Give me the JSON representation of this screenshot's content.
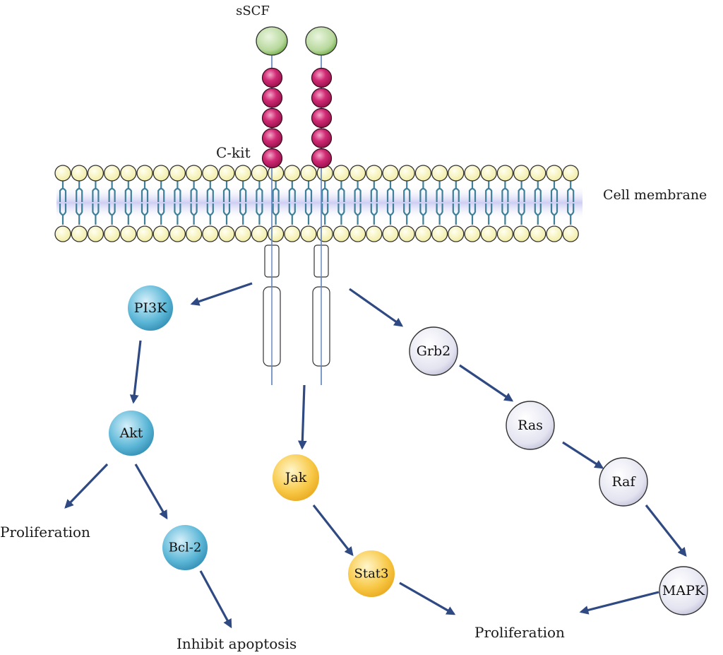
{
  "title": "sSCF / C-kit signaling pathway",
  "labels": {
    "ligand": "sSCF",
    "receptor": "C-kit",
    "membrane": "Cell membrane"
  },
  "colors": {
    "ligand": "#a9cf8e",
    "receptor_domain": "#c0185f",
    "lipid_head": "#f7f2b3",
    "lipid_tail": "#3e7f99",
    "arrow": "#2f4a82",
    "pi3k_pathway": "#4aa8cb",
    "jak_pathway": "#f6be3a",
    "mapk_pathway": "#dcdcec"
  },
  "nodes": [
    {
      "id": "pi3k",
      "label": "PI3K",
      "pathway": "pi3k_pathway"
    },
    {
      "id": "akt",
      "label": "Akt",
      "pathway": "pi3k_pathway"
    },
    {
      "id": "bcl2",
      "label": "Bcl-2",
      "pathway": "pi3k_pathway"
    },
    {
      "id": "jak",
      "label": "Jak",
      "pathway": "jak_pathway"
    },
    {
      "id": "stat3",
      "label": "Stat3",
      "pathway": "jak_pathway"
    },
    {
      "id": "grb2",
      "label": "Grb2",
      "pathway": "mapk_pathway"
    },
    {
      "id": "ras",
      "label": "Ras",
      "pathway": "mapk_pathway"
    },
    {
      "id": "raf",
      "label": "Raf",
      "pathway": "mapk_pathway"
    },
    {
      "id": "mapk",
      "label": "MAPK",
      "pathway": "mapk_pathway"
    }
  ],
  "outcomes": [
    {
      "id": "proliferation-left",
      "label": "Proliferation"
    },
    {
      "id": "inhibit-apoptosis",
      "label": "Inhibit apoptosis"
    },
    {
      "id": "proliferation-right",
      "label": "Proliferation"
    }
  ],
  "edges": [
    {
      "from": "receptor",
      "to": "pi3k"
    },
    {
      "from": "pi3k",
      "to": "akt"
    },
    {
      "from": "akt",
      "to": "proliferation-left"
    },
    {
      "from": "akt",
      "to": "bcl2"
    },
    {
      "from": "bcl2",
      "to": "inhibit-apoptosis"
    },
    {
      "from": "receptor",
      "to": "jak"
    },
    {
      "from": "jak",
      "to": "stat3"
    },
    {
      "from": "stat3",
      "to": "proliferation-right"
    },
    {
      "from": "receptor",
      "to": "grb2"
    },
    {
      "from": "grb2",
      "to": "ras"
    },
    {
      "from": "ras",
      "to": "raf"
    },
    {
      "from": "raf",
      "to": "mapk"
    },
    {
      "from": "mapk",
      "to": "proliferation-right"
    }
  ],
  "receptor_extracellular_domains": 5
}
